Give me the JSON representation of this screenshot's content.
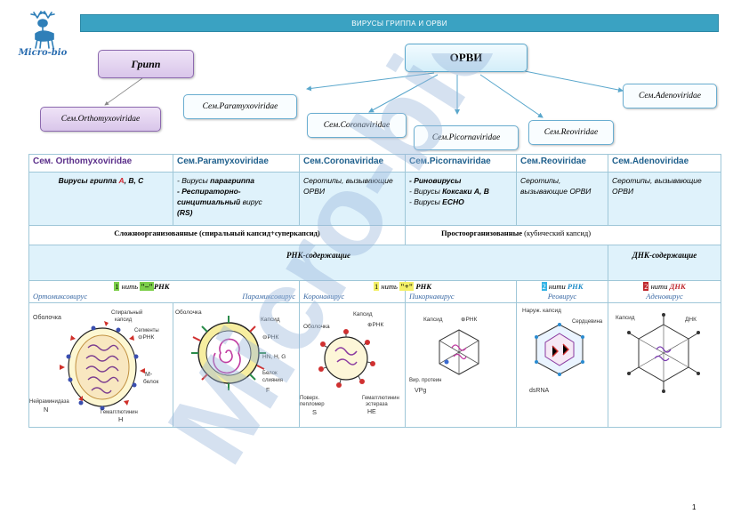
{
  "logo": {
    "text": "Micro-bio"
  },
  "title": "ВИРУСЫ ГРИППА И ОРВИ",
  "diagram": {
    "gripp": "Грипп",
    "orvi": "ОРВИ",
    "families": {
      "orthomyxo": "Сем.Orthomyxoviridae",
      "paramyxo": "Сем.Paramyxoviridae",
      "corona": "Сем.Coronaviridae",
      "picorna": "Сем.Picornaviridae",
      "reo": "Сем.Reoviridae",
      "adeno": "Сем.Adenoviridae"
    }
  },
  "table": {
    "headers": [
      "Сем. Orthomyxoviridae",
      "Сем.Paramyxoviridae",
      "Сем.Coronaviridae",
      "Сем.Picornaviridae",
      "Сем.Reoviridae",
      "Сем.Adenoviridae"
    ],
    "row2": {
      "orthomyxo_prefix": "Вирусы гриппа ",
      "orthomyxo_a": "А",
      "orthomyxo_suffix": ", В, С",
      "paramyxo_1a": "- Вирусы ",
      "paramyxo_1b": "парагриппа",
      "paramyxo_2": "- Респираторно-синцитиальный",
      "paramyxo_2b": " вирус",
      "paramyxo_3": "(RS)",
      "corona": "Серотипы, вызывающие ОРВИ",
      "picorna_1": "- Риновирусы",
      "picorna_2a": "- Вирусы ",
      "picorna_2b": "Коксаки А, В",
      "picorna_3a": "- Вирусы ",
      "picorna_3b": "ЕСНО",
      "reo": "Серотипы, вызывающие ОРВИ",
      "adeno": "Серотипы, вызывающие ОРВИ"
    },
    "row3": {
      "complex_bold": "Сложноорганизованные (спиральный капсид+суперкапсид)",
      "simple_bold": "Простоорганизованные",
      "simple_rest": " (кубический капсид)"
    },
    "row4": {
      "rna": "РНК-содержащие",
      "dna": "ДНК-содержащие"
    },
    "row5": {
      "n1": "1",
      "minus_strand_a": " нить ",
      "minus_sign": "\"–\"",
      "minus_rna": "РНК",
      "plus_n": "1",
      "plus_strand_a": " нить ",
      "plus_sign": "\"+\"",
      "plus_rna": " РНК",
      "reo_n": "2",
      "reo_text": " нити ",
      "reo_rna": "РНК",
      "adeno_n": "2",
      "adeno_text": " нити ",
      "adeno_dna": "ДНК",
      "orthomyxovirus": "Ортомиксовирус",
      "paramyxovirus": "Парамиксовирус",
      "coronavirus": "Коронавирус",
      "picornavirus": "Пикорнавирус",
      "reovirus": "Реовирус",
      "adenovirus": "Аденовирус"
    },
    "drawings": {
      "ortho": [
        "Оболочка",
        "Спиральный капсид",
        "Сегменты ⊖РНК",
        "М-белок",
        "Нейраминидаза",
        "N",
        "Гемагглютинин",
        "H"
      ],
      "paramyxo": [
        "Оболочка",
        "Капсид",
        "⊖РНК",
        "HN, H, G",
        "Белок слияния",
        "F"
      ],
      "corona": [
        "Капсид",
        "⊕РНК",
        "Оболочка",
        "Поверх. пепломер",
        "S",
        "Гемагглютинин эстераза",
        "HE"
      ],
      "picorna": [
        "Капсид",
        "⊕РНК",
        "Вир. протеин",
        "VPg"
      ],
      "reo": [
        "Наруж. капсид",
        "Сердцевина",
        "dsRNA"
      ],
      "adeno": [
        "Капсид",
        "ДНК"
      ]
    }
  },
  "watermark": "Micro-bio",
  "page_number": "1"
}
